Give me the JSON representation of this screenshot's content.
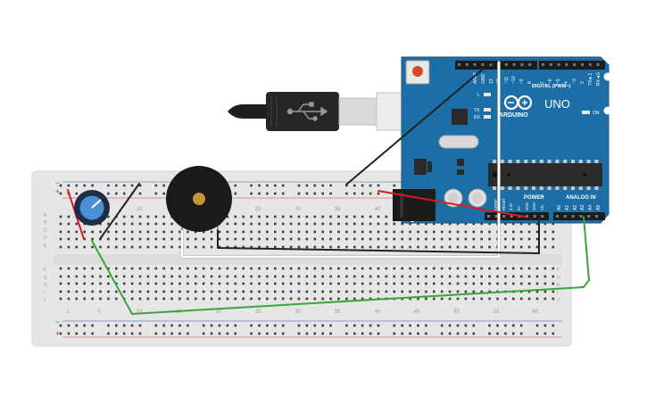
{
  "breadboard": {
    "column_numbers": [
      "1",
      "5",
      "10",
      "15",
      "20",
      "25",
      "30",
      "35",
      "40",
      "45",
      "50",
      "55",
      "60"
    ],
    "row_letters_top": [
      "A",
      "B",
      "C",
      "D",
      "E"
    ],
    "row_letters_bottom": [
      "F",
      "G",
      "H",
      "I",
      "J"
    ],
    "plus_sign": "+",
    "minus_sign": "−"
  },
  "arduino": {
    "brand": "ARDUINO",
    "model": "UNO",
    "digital_label": "DIGITAL (PWM~)",
    "power_label": "POWER",
    "analog_label": "ANALOG IN",
    "led_l": "L",
    "led_tx": "TX",
    "led_rx": "RX",
    "on_label": "ON",
    "digital_pins": [
      "AREF",
      "GND",
      "13",
      "12",
      "~11",
      "~10",
      "~9",
      "8",
      "7",
      "~6",
      "~5",
      "4",
      "~3",
      "2",
      "TX►1",
      "RX◄0"
    ],
    "power_pins": [
      "IOREF",
      "RESET",
      "3.3V",
      "5V",
      "GND",
      "GND",
      "Vin"
    ],
    "analog_pins": [
      "A0",
      "A1",
      "A2",
      "A3",
      "A4",
      "A5"
    ]
  },
  "colors": {
    "board_blue": "#1b6fa6",
    "breadboard": "#e6e6e6",
    "wire_black": "#222222",
    "wire_red": "#d61c1c",
    "wire_green": "#3aa53a",
    "wire_white": "#ffffff",
    "buzzer_body": "#1a1a1a",
    "buzzer_center": "#c59436"
  }
}
